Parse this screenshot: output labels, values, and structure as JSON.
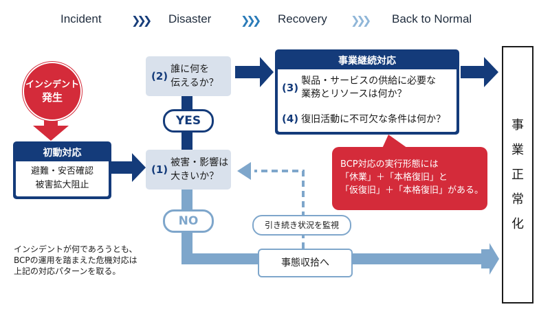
{
  "phases": {
    "items": [
      "Incident",
      "Disaster",
      "Recovery",
      "Back to Normal"
    ],
    "chevron_colors": [
      "#173d7a",
      "#2a7bb8",
      "#8fb6d8"
    ]
  },
  "incident_circle": {
    "line1": "インシデント",
    "line2": "発生"
  },
  "initial_response": {
    "title": "初動対応",
    "lines": [
      "避難・安否確認",
      "被害拡大阻止"
    ]
  },
  "question1": {
    "num": "(1)",
    "lines": [
      "被害・影響は",
      "大きいか？"
    ]
  },
  "question2": {
    "num": "(2)",
    "lines": [
      "誰に何を",
      "伝えるか？"
    ]
  },
  "yes_label": "YES",
  "no_label": "NO",
  "continuity": {
    "title": "事業継続対応",
    "q3_num": "(3)",
    "q3_lines": [
      "製品・サービスの供給に必要な",
      "業務とリソースは何か？"
    ],
    "q4_num": "(4)",
    "q4_text": "復旧活動に不可欠な条件は何か？"
  },
  "callout": {
    "lines": [
      "BCP対応の実行形態には",
      "「休業」＋「本格復旧」と",
      "「仮復旧」＋「本格復旧」がある。"
    ]
  },
  "monitor_label": "引き続き状況を監視",
  "settle_label": "事態収拾へ",
  "normalization": [
    "事",
    "業",
    "正",
    "常",
    "化"
  ],
  "note_lines": [
    "インシデントが何であろうとも、",
    "BCPの運用を踏まえた危機対応は",
    "上記の対応パターンを取る。"
  ],
  "colors": {
    "navy": "#143b7a",
    "red": "#d42b3a",
    "light_blue": "#7ea6cb",
    "grey_box": "#d9e1ec"
  }
}
